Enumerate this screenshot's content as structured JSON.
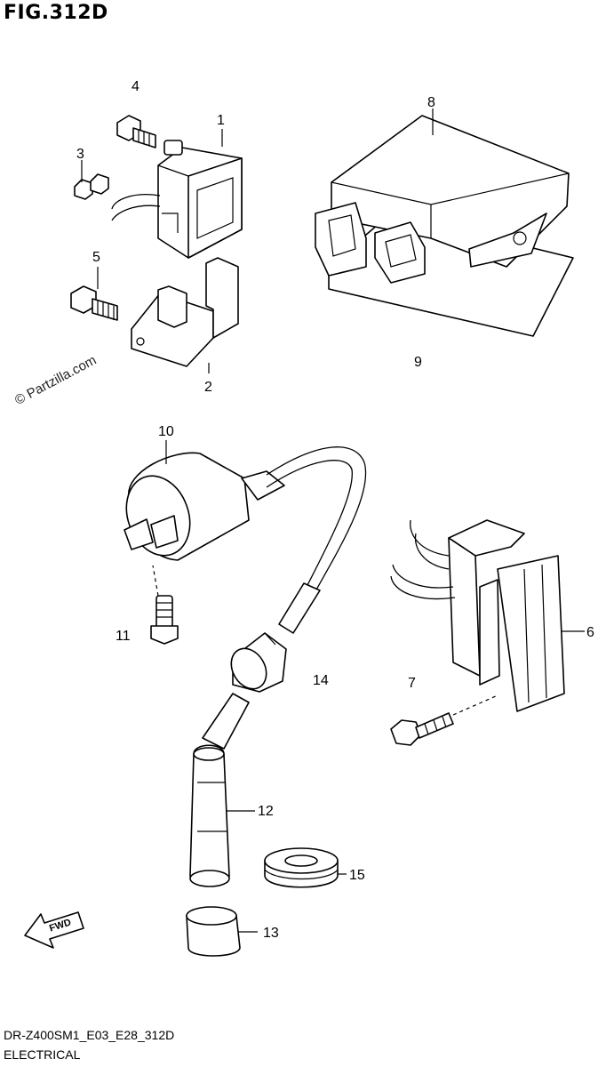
{
  "title": "FIG.312D",
  "footer": {
    "model_code": "DR-Z400SM1_E03_E28_312D",
    "section": "ELECTRICAL"
  },
  "watermark": "© Partzilla.com",
  "fwd_label": "FWD",
  "callouts": [
    "1",
    "2",
    "3",
    "4",
    "5",
    "6",
    "7",
    "8",
    "9",
    "10",
    "11",
    "12",
    "13",
    "14",
    "15"
  ]
}
